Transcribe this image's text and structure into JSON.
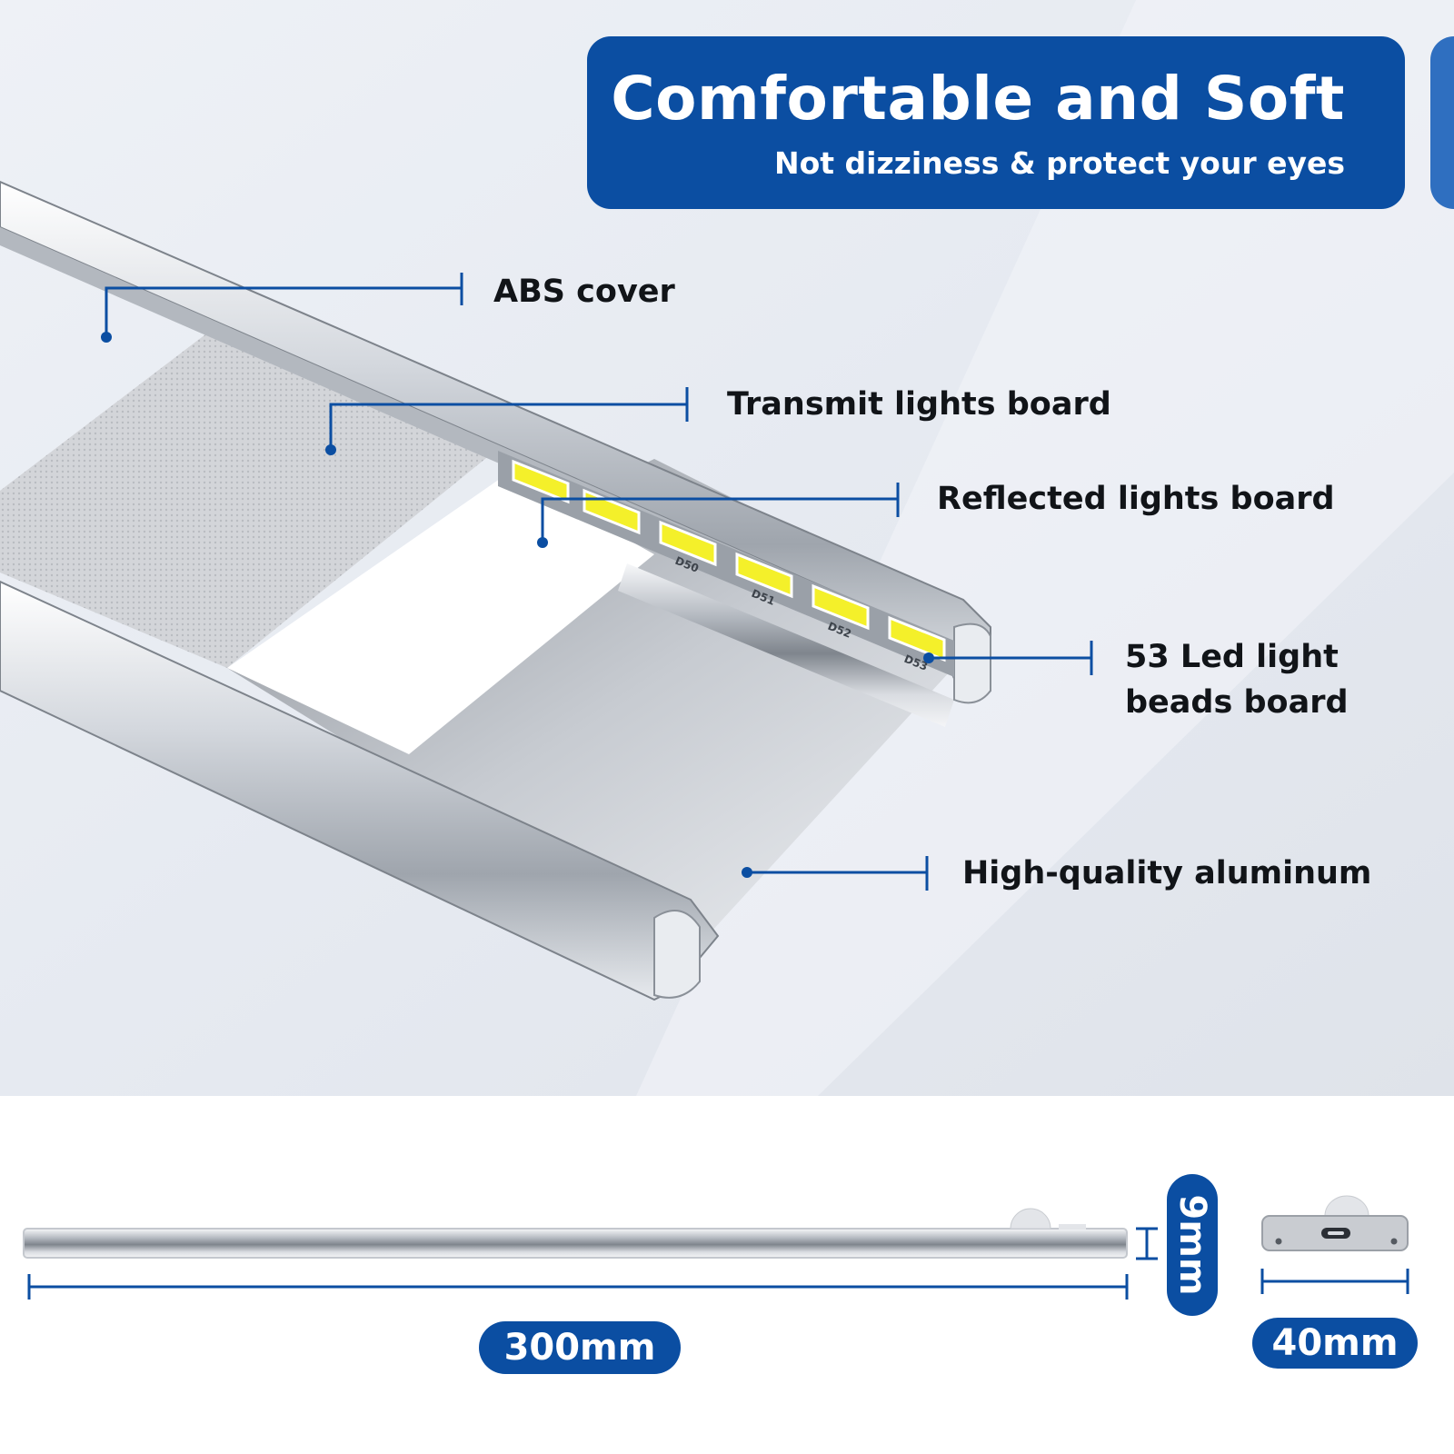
{
  "banner": {
    "title": "Comfortable and Soft",
    "subtitle": "Not dizziness & protect your eyes"
  },
  "callouts": [
    {
      "label": "ABS cover"
    },
    {
      "label": "Transmit lights board"
    },
    {
      "label": "Reflected lights board"
    },
    {
      "label": "53 Led light",
      "label_line2": "beads board"
    },
    {
      "label": "High-quality aluminum"
    }
  ],
  "led_marks": [
    "D50",
    "D51",
    "D52",
    "D53"
  ],
  "dimensions": {
    "length": "300mm",
    "thickness": "9mm",
    "width": "40mm"
  },
  "colors": {
    "accent": "#0b4ea2",
    "accent_light": "#2f6fc0",
    "led": "#f4f02a",
    "text": "#111418"
  },
  "icons": [
    "usb-c-port-icon",
    "motion-sensor-icon"
  ]
}
